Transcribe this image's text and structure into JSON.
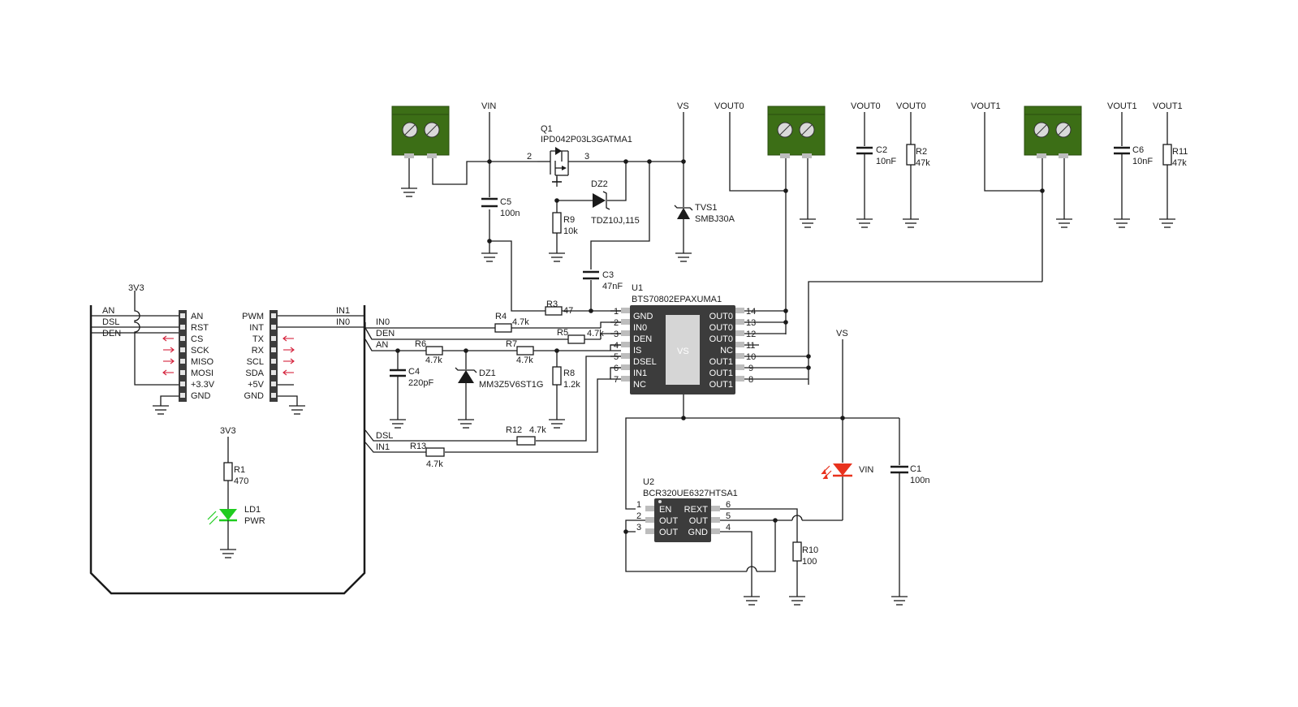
{
  "nets": {
    "vin": "VIN",
    "vs": "VS",
    "vout0": "VOUT0",
    "vout1": "VOUT1",
    "v3v3": "3V3",
    "an": "AN",
    "dsl": "DSL",
    "den": "DEN",
    "in0": "IN0",
    "in1": "IN1"
  },
  "header_left": {
    "outer_labels": [
      "AN",
      "DSL",
      "DEN"
    ],
    "pins": [
      "AN",
      "RST",
      "CS",
      "SCK",
      "MISO",
      "MOSI",
      "+3.3V",
      "GND"
    ]
  },
  "header_right": {
    "outer_labels": [
      "IN1",
      "IN0"
    ],
    "pins": [
      "PWM",
      "INT",
      "TX",
      "RX",
      "SCL",
      "SDA",
      "+5V",
      "GND"
    ]
  },
  "components": {
    "Q1": {
      "ref": "Q1",
      "value": "IPD042P03L3GATMA1",
      "pin2": "2",
      "pin3": "3"
    },
    "C5": {
      "ref": "C5",
      "value": "100n"
    },
    "R9": {
      "ref": "R9",
      "value": "10k"
    },
    "DZ2": {
      "ref": "DZ2",
      "value": "TDZ10J,115"
    },
    "C3": {
      "ref": "C3",
      "value": "47nF"
    },
    "TVS1": {
      "ref": "TVS1",
      "value": "SMBJ30A"
    },
    "C2": {
      "ref": "C2",
      "value": "10nF"
    },
    "R2": {
      "ref": "R2",
      "value": "47k"
    },
    "C6": {
      "ref": "C6",
      "value": "10nF"
    },
    "R11": {
      "ref": "R11",
      "value": "47k"
    },
    "R3": {
      "ref": "R3",
      "value": "47"
    },
    "R4": {
      "ref": "R4",
      "value": "4.7k"
    },
    "R5": {
      "ref": "R5",
      "value": "4.7k"
    },
    "R6": {
      "ref": "R6",
      "value": "4.7k"
    },
    "R7": {
      "ref": "R7",
      "value": "4.7k"
    },
    "R8": {
      "ref": "R8",
      "value": "1.2k"
    },
    "C4": {
      "ref": "C4",
      "value": "220pF"
    },
    "DZ1": {
      "ref": "DZ1",
      "value": "MM3Z5V6ST1G"
    },
    "R12": {
      "ref": "R12",
      "value": "4.7k"
    },
    "R13": {
      "ref": "R13",
      "value": "4.7k"
    },
    "R1": {
      "ref": "R1",
      "value": "470"
    },
    "LD1": {
      "ref": "LD1",
      "value": "PWR"
    },
    "C1": {
      "ref": "C1",
      "value": "100n"
    },
    "R10": {
      "ref": "R10",
      "value": "100"
    },
    "VIN_LED": {
      "label": "VIN"
    }
  },
  "U1": {
    "ref": "U1",
    "part": "BTS70802EPAXUMA1",
    "center": "VS",
    "left_pins": [
      {
        "num": "1",
        "name": "GND"
      },
      {
        "num": "2",
        "name": "IN0"
      },
      {
        "num": "3",
        "name": "DEN"
      },
      {
        "num": "4",
        "name": "IS"
      },
      {
        "num": "5",
        "name": "DSEL"
      },
      {
        "num": "6",
        "name": "IN1"
      },
      {
        "num": "7",
        "name": "NC"
      }
    ],
    "right_pins": [
      {
        "num": "14",
        "name": "OUT0"
      },
      {
        "num": "13",
        "name": "OUT0"
      },
      {
        "num": "12",
        "name": "OUT0"
      },
      {
        "num": "11",
        "name": "NC"
      },
      {
        "num": "10",
        "name": "OUT1"
      },
      {
        "num": "9",
        "name": "OUT1"
      },
      {
        "num": "8",
        "name": "OUT1"
      }
    ]
  },
  "U2": {
    "ref": "U2",
    "part": "BCR320UE6327HTSA1",
    "left_pins": [
      {
        "num": "1",
        "name": "EN"
      },
      {
        "num": "2",
        "name": "OUT"
      },
      {
        "num": "3",
        "name": "OUT"
      }
    ],
    "right_pins": [
      {
        "num": "6",
        "name": "REXT"
      },
      {
        "num": "5",
        "name": "OUT"
      },
      {
        "num": "4",
        "name": "GND"
      }
    ]
  },
  "colors": {
    "wire": "#1a1a1a",
    "terminal_green": "#3c6e16",
    "chip": "#3c3c3c",
    "led_green": "#1fcc1f",
    "led_red": "#e8321e",
    "arrow_red": "#d4223c"
  }
}
